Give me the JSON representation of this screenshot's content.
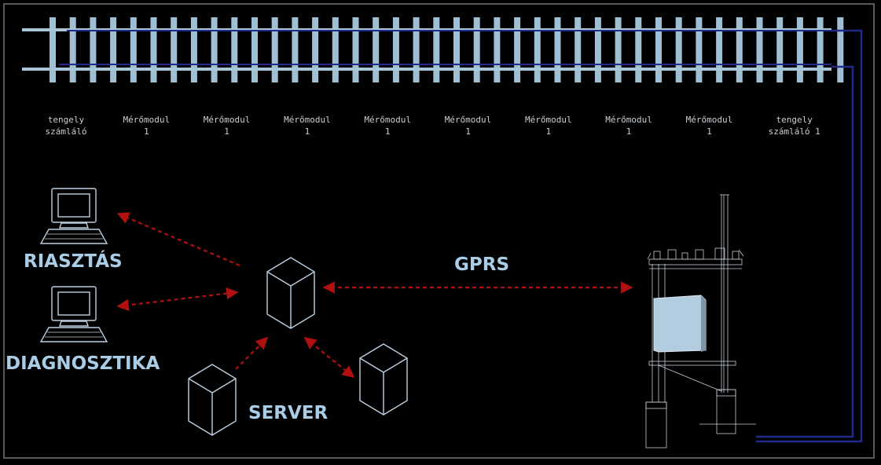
{
  "modules": [
    {
      "line1": "tengely",
      "line2": "számláló"
    },
    {
      "line1": "Mérőmodul",
      "line2": "1"
    },
    {
      "line1": "Mérőmodul",
      "line2": "1"
    },
    {
      "line1": "Mérőmodul",
      "line2": "1"
    },
    {
      "line1": "Mérőmodul",
      "line2": "1"
    },
    {
      "line1": "Mérőmodul",
      "line2": "1"
    },
    {
      "line1": "Mérőmodul",
      "line2": "1"
    },
    {
      "line1": "Mérőmodul",
      "line2": "1"
    },
    {
      "line1": "Mérőmodul",
      "line2": "1"
    },
    {
      "line1": "tengely",
      "line2": "számláló 1"
    }
  ],
  "labels": {
    "alarm": "RIASZTÁS",
    "diagnostics": "DIAGNOSZTIKA",
    "server": "SERVER",
    "gprs": "GPRS"
  },
  "colors": {
    "background": "#000000",
    "rail": "#a9c6d8",
    "cable": "#1f2a8a",
    "arrow": "#b01010",
    "label": "#a9cde6"
  }
}
